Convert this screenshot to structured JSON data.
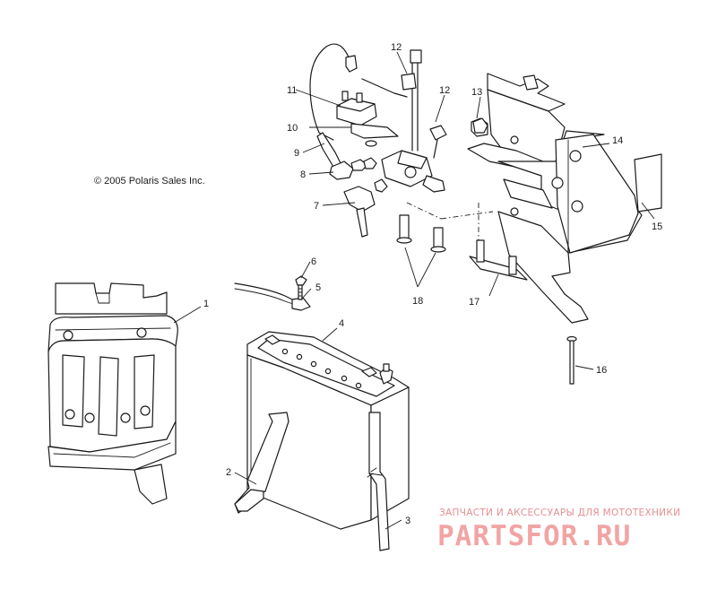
{
  "copyright": "© 2005 Polaris Sales Inc.",
  "callouts": [
    {
      "id": "1",
      "label": "1"
    },
    {
      "id": "2",
      "label": "2"
    },
    {
      "id": "3",
      "label": "3"
    },
    {
      "id": "4",
      "label": "4"
    },
    {
      "id": "5",
      "label": "5"
    },
    {
      "id": "6",
      "label": "6"
    },
    {
      "id": "7",
      "label": "7"
    },
    {
      "id": "8",
      "label": "8"
    },
    {
      "id": "9",
      "label": "9"
    },
    {
      "id": "10",
      "label": "10"
    },
    {
      "id": "11",
      "label": "11"
    },
    {
      "id": "12a",
      "label": "12"
    },
    {
      "id": "12b",
      "label": "12"
    },
    {
      "id": "13",
      "label": "13"
    },
    {
      "id": "14",
      "label": "14"
    },
    {
      "id": "15",
      "label": "15"
    },
    {
      "id": "16",
      "label": "16"
    },
    {
      "id": "17",
      "label": "17"
    },
    {
      "id": "18",
      "label": "18"
    }
  ],
  "watermark": {
    "tagline": "ЗАПЧАСТИ И АКСЕССУАРЫ ДЛЯ МОТОТЕХНИКИ",
    "logo_text": "PARTSFOR.RU",
    "color": "#f2a4a4"
  }
}
